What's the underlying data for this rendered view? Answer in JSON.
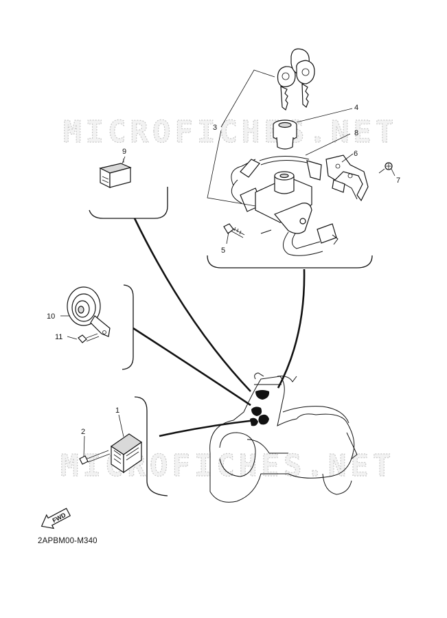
{
  "watermark": {
    "text": "MICROFICHES.NET"
  },
  "diagram_code": "2APBM00-M340",
  "fwd_label": "FWD",
  "callouts": [
    {
      "id": "1",
      "label": "1"
    },
    {
      "id": "2",
      "label": "2"
    },
    {
      "id": "3",
      "label": "3"
    },
    {
      "id": "4",
      "label": "4"
    },
    {
      "id": "5",
      "label": "5"
    },
    {
      "id": "6",
      "label": "6"
    },
    {
      "id": "7",
      "label": "7"
    },
    {
      "id": "8",
      "label": "8"
    },
    {
      "id": "9",
      "label": "9"
    },
    {
      "id": "10",
      "label": "10"
    },
    {
      "id": "11",
      "label": "11"
    }
  ]
}
